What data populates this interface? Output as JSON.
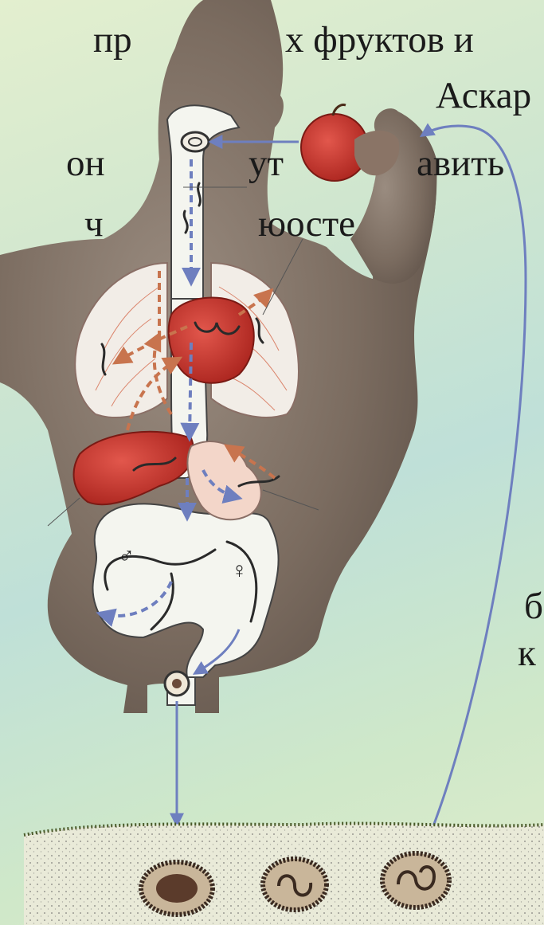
{
  "text_fragments": {
    "line1": "пр",
    "line1b": "х фруктов и",
    "line2": "Аскар",
    "line3a": "он",
    "line3b": "ут",
    "line3c": "авить",
    "line4": "ч",
    "line4b": "юосте",
    "right_b": "б",
    "right_k": "к"
  },
  "symbols": {
    "male": "♂",
    "female": "♀"
  },
  "colors": {
    "body": "#7a6a5e",
    "organ_red": "#c2312a",
    "path_blue": "#6e7fbf",
    "soil": "#e9ead8"
  }
}
